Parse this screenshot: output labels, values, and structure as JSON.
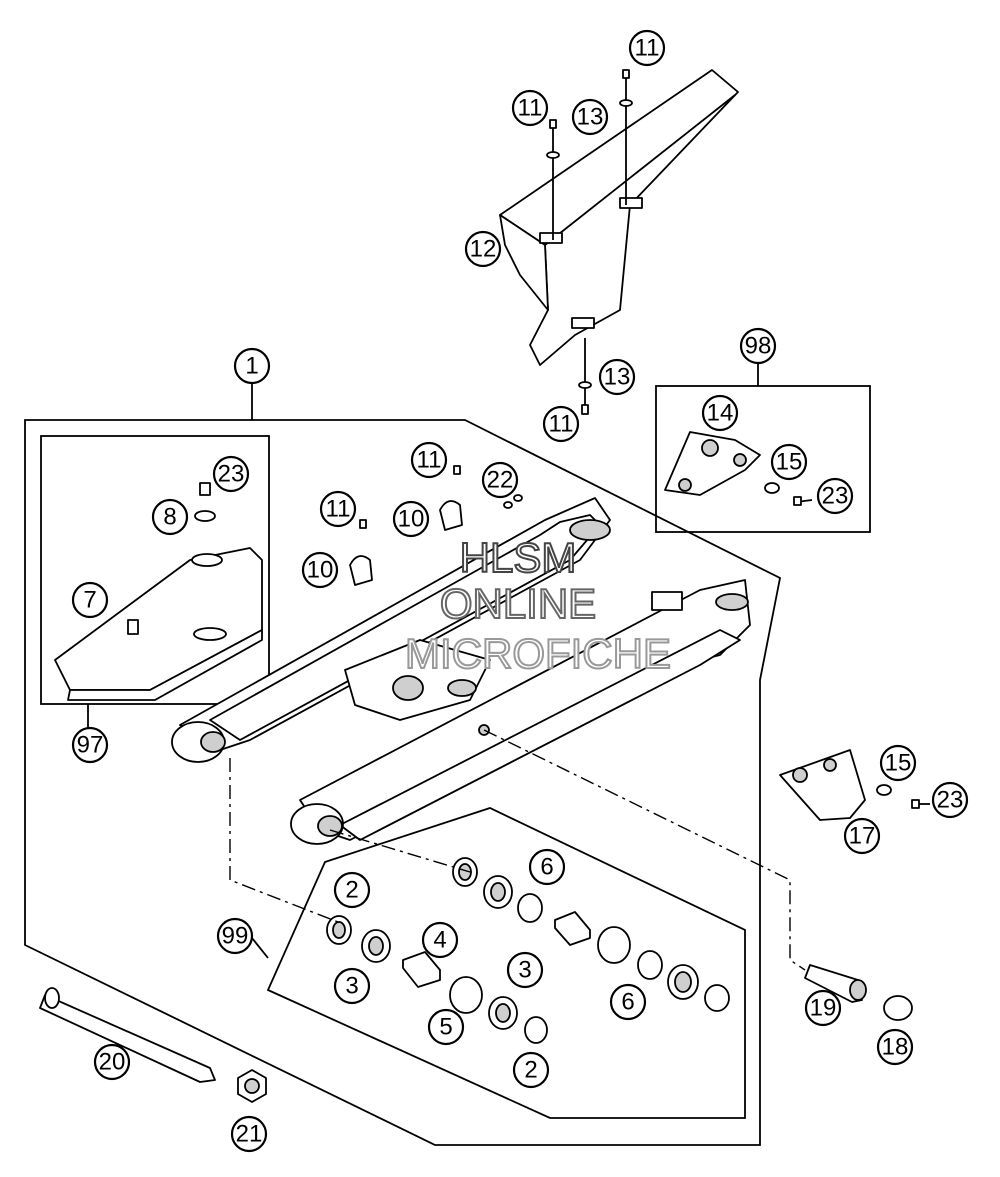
{
  "callouts": {
    "c1": "1",
    "c2a": "2",
    "c2b": "2",
    "c3a": "3",
    "c3b": "3",
    "c4": "4",
    "c5": "5",
    "c6a": "6",
    "c6b": "6",
    "c7": "7",
    "c8": "8",
    "c10a": "10",
    "c10b": "10",
    "c11a": "11",
    "c11b": "11",
    "c11c": "11",
    "c11d": "11",
    "c11e": "11",
    "c12": "12",
    "c13a": "13",
    "c13b": "13",
    "c14": "14",
    "c15a": "15",
    "c15b": "15",
    "c17": "17",
    "c18": "18",
    "c19": "19",
    "c20": "20",
    "c21": "21",
    "c22": "22",
    "c23a": "23",
    "c23b": "23",
    "c23c": "23",
    "c97": "97",
    "c98": "98",
    "c99": "99"
  },
  "watermark": {
    "line1": "HLSM",
    "line2": "ONLINE",
    "line3": "MICROFICHE"
  }
}
